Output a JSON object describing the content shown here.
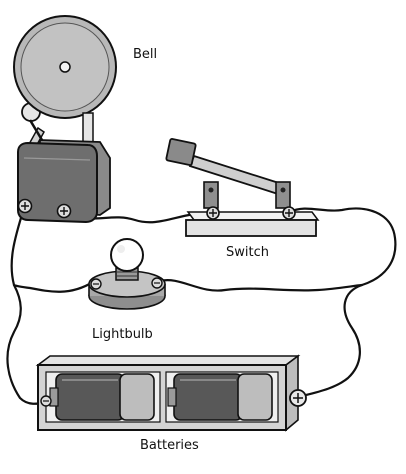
{
  "labels": {
    "bell": "Bell",
    "switch": "Switch",
    "lightbulb": "Lightbulb",
    "batteries": "Batteries"
  },
  "colors": {
    "wire": "#111111",
    "bell_dome": "#b8b8b8",
    "bell_box": "#6e6e6e",
    "switch_base": "#e3e3e3",
    "switch_lever": "#cfcfcf",
    "battery_case": "#d4d4d4",
    "battery_body": "#585858",
    "battery_cap": "#bdbdbd",
    "bulb_glass": "#ffffff",
    "bulb_socket": "#a9a9a9"
  }
}
